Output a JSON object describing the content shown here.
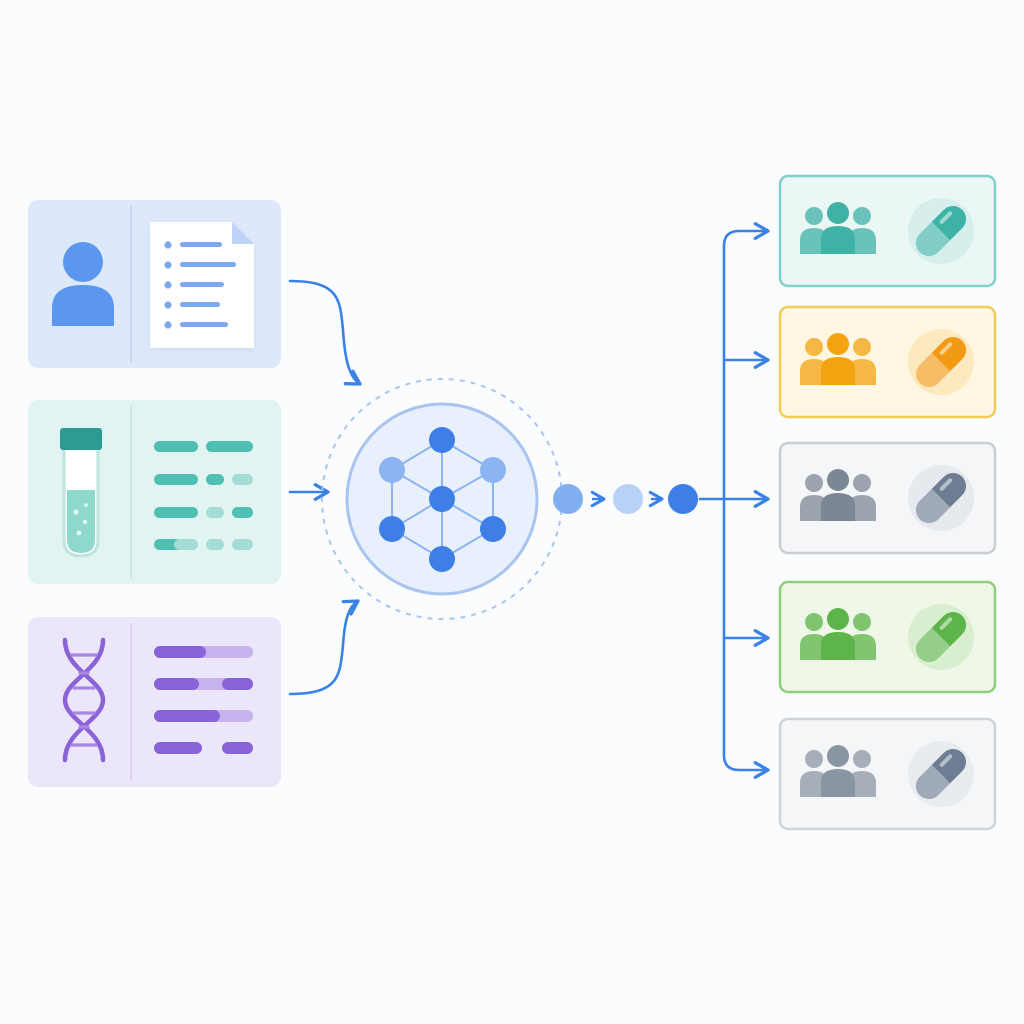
{
  "colors": {
    "background": "#fbfcfe",
    "arrow": "#3b82e6",
    "hub_node": "#3d7fe6",
    "hub_node_light": "#8db4f2",
    "hub_fill": "#e8f0fd",
    "hub_ring": "#a9c4f0"
  },
  "inputs": [
    {
      "name": "clinical-record",
      "icon": "person-document-icon",
      "bg": "#dde8fb",
      "accent": "#5b97ef",
      "accent_light": "#8db8f4"
    },
    {
      "name": "lab-sample",
      "icon": "test-tube-icon",
      "bg": "#e1f4f1",
      "accent": "#4fbfb3",
      "accent_light": "#a3ddd6"
    },
    {
      "name": "genomic-sequence",
      "icon": "dna-icon",
      "bg": "#ece6fb",
      "accent": "#8b63d8",
      "accent_light": "#c6b3ee"
    }
  ],
  "outputs": [
    {
      "name": "cohort-teal",
      "bg": "#eaf7f5",
      "border": "#7fd0c6",
      "group_color": "#3fb2a6",
      "pill_color": "#3fb2a6",
      "pill_bg": "#d6efec"
    },
    {
      "name": "cohort-amber",
      "bg": "#fff7e2",
      "border": "#f3cb57",
      "group_color": "#f3a30f",
      "pill_color": "#f39a14",
      "pill_bg": "#fde9c0"
    },
    {
      "name": "cohort-gray",
      "bg": "#f5f6f8",
      "border": "#c8ccd3",
      "group_color": "#7c8796",
      "pill_color": "#6f7d92",
      "pill_bg": "#e6e9ee"
    },
    {
      "name": "cohort-green",
      "bg": "#eef7e8",
      "border": "#8fcf7a",
      "group_color": "#5cb44a",
      "pill_color": "#5cb44a",
      "pill_bg": "#d8eecf"
    },
    {
      "name": "cohort-slate",
      "bg": "#f5f6f8",
      "border": "#cfd3d9",
      "group_color": "#8a95a4",
      "pill_color": "#6e7d93",
      "pill_bg": "#e8ebef"
    }
  ]
}
